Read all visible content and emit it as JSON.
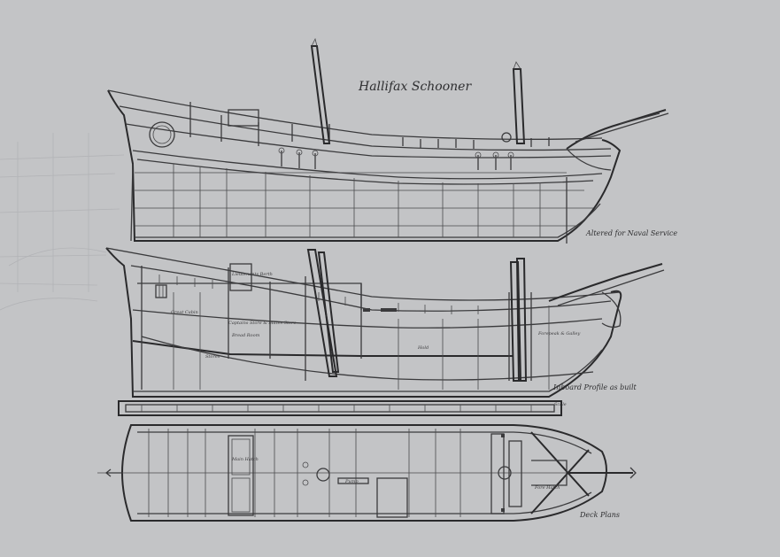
{
  "drawing": {
    "title": "Hallifax Schooner",
    "labels": {
      "profile": "Altered for Naval Service",
      "inboard": "Inboard Profile as built",
      "deck": "Deck Plans"
    },
    "compartments": {
      "great_cabin": "Great Cabin",
      "captains_store": "Captains Store & Mates Store",
      "bread_room": "Bread Room",
      "stores": "Stores",
      "hold": "Hold",
      "lieutenants": "Lieutenants Berth",
      "fore_peak": "Forepeak & Galley",
      "pump": "Pump",
      "main_hatch": "Main Hatch",
      "fore_hatch": "Fore Hatch"
    },
    "scale_note": "Scale"
  },
  "colors": {
    "paper": "#c3c4c6",
    "ink": "#3a3a3c",
    "ghost": "#b2b3b6"
  }
}
